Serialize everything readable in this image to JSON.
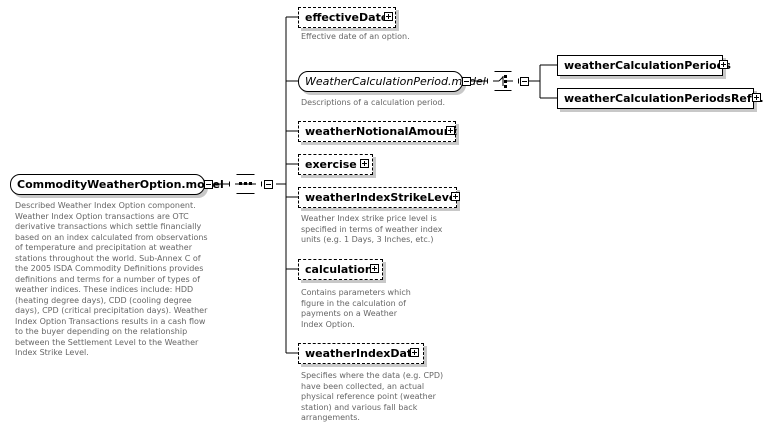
{
  "root": {
    "label": "CommodityWeatherOption.model",
    "doc": "Described Weather Index Option component. Weather Index Option transactions are OTC derivative transactions which settle financially based on an index calculated from observations of temperature and precipitation at weather stations throughout the world. Sub-Annex C of the 2005 ISDA Commodity Definitions provides definitions and terms for a number of types of weather indices. These indices include: HDD (heating degree days), CDD (cooling degree days), CPD (critical precipitation days). Weather Index Option Transactions results in a cash flow to the buyer depending on the relationship between the Settlement Level to the Weather Index Strike Level."
  },
  "children": [
    {
      "label": "effectiveDate",
      "doc": "Effective date of an option."
    },
    {
      "label": "WeatherCalculationPeriod.model",
      "doc": "Descriptions of a calculation period."
    },
    {
      "label": "weatherNotionalAmount",
      "doc": ""
    },
    {
      "label": "exercise",
      "doc": ""
    },
    {
      "label": "weatherIndexStrikeLevel",
      "doc": "Weather Index strike price level is specified in terms of weather index units (e.g. 1 Days, 3 Inches, etc.)"
    },
    {
      "label": "calculation",
      "doc": "Contains parameters which figure in the calculation of payments on a Weather Index Option."
    },
    {
      "label": "weatherIndexData",
      "doc": "Specifies where the data (e.g. CPD) have been collected, an actual physical reference point (weather station) and various fall back arrangements."
    }
  ],
  "choice_children": [
    {
      "label": "weatherCalculationPeriods"
    },
    {
      "label": "weatherCalculationPeriodsRef..."
    }
  ],
  "icons": {
    "sequence": "sequence-compositor-icon",
    "choice": "choice-compositor-icon",
    "expand": "plus-box-icon",
    "collapse": "minus-box-icon"
  }
}
